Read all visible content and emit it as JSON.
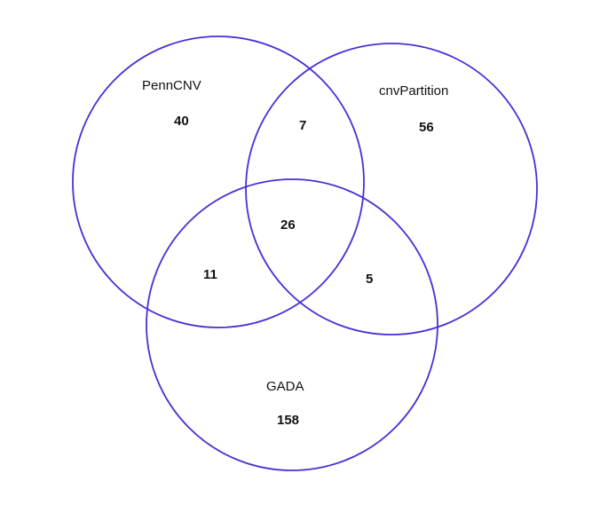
{
  "diagram": {
    "type": "venn-3",
    "stroke_color": "#4a2fd6",
    "sets": [
      {
        "id": "pennCNV",
        "label": "PennCNV",
        "only_count": "40"
      },
      {
        "id": "cnvPartition",
        "label": "cnvPartition",
        "only_count": "56"
      },
      {
        "id": "gada",
        "label": "GADA",
        "only_count": "158"
      }
    ],
    "intersections": {
      "pennCNV_cnvPartition": "7",
      "pennCNV_gada": "11",
      "cnvPartition_gada": "5",
      "all_three": "26"
    }
  }
}
